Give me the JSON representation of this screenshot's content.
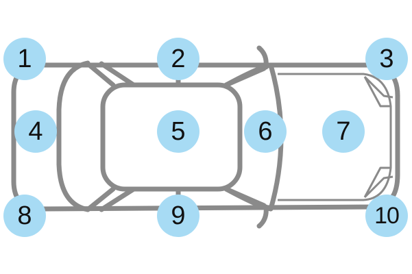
{
  "colors": {
    "marker_fill": "#a7dbf4",
    "car_outline": "#8a8a8a",
    "label_text": "#111111",
    "background": "#ffffff"
  },
  "diagram": {
    "markers": [
      {
        "id": "1",
        "label": "1"
      },
      {
        "id": "2",
        "label": "2"
      },
      {
        "id": "3",
        "label": "3"
      },
      {
        "id": "4",
        "label": "4"
      },
      {
        "id": "5",
        "label": "5"
      },
      {
        "id": "6",
        "label": "6"
      },
      {
        "id": "7",
        "label": "7"
      },
      {
        "id": "8",
        "label": "8"
      },
      {
        "id": "9",
        "label": "9"
      },
      {
        "id": "10",
        "label": "10"
      }
    ]
  }
}
